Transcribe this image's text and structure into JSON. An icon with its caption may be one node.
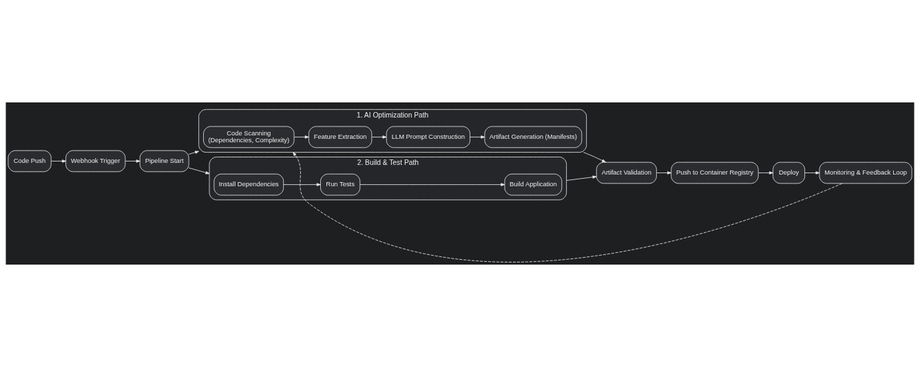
{
  "diagram": {
    "nodes": [
      {
        "text": [
          "Code Push"
        ]
      },
      {
        "text": [
          "Webhook Trigger"
        ]
      },
      {
        "text": [
          "Pipeline Start"
        ]
      },
      {
        "text": [
          "1. AI Optimization Path"
        ]
      },
      {
        "text": [
          "Code Scanning",
          "(Dependencies, Complexity)"
        ],
        "in": 3
      },
      {
        "text": [
          "Feature Extraction"
        ],
        "in": 3
      },
      {
        "text": [
          "LLM Prompt Construction"
        ],
        "in": 3
      },
      {
        "text": [
          "Artifact Generation (Manifests)"
        ],
        "in": 3
      },
      {
        "text": [
          "2. Build & Test Path"
        ]
      },
      {
        "text": [
          "Install Dependencies"
        ],
        "in": 8
      },
      {
        "text": [
          "Run Tests"
        ],
        "in": 8
      },
      {
        "text": [
          "Build Application"
        ],
        "in": 8
      },
      {
        "text": [
          "Artifact Validation"
        ]
      },
      {
        "text": [
          "Push to Container Registry"
        ]
      },
      {
        "text": [
          "Deploy"
        ]
      },
      {
        "text": [
          "Monitoring & Feedback Loop"
        ]
      }
    ],
    "edges": [
      {
        "from": 0,
        "to": 1,
        "arrow": "to"
      },
      {
        "from": 1,
        "to": 2,
        "arrow": "to"
      },
      {
        "from": 2,
        "to": 3,
        "arrow": "to"
      },
      {
        "from": 4,
        "to": 5,
        "arrow": "to"
      },
      {
        "from": 5,
        "to": 6,
        "arrow": "to"
      },
      {
        "from": 6,
        "to": 7,
        "arrow": "to"
      },
      {
        "from": 2,
        "to": 8,
        "arrow": "to"
      },
      {
        "from": 9,
        "to": 10,
        "arrow": "to"
      },
      {
        "from": 10,
        "to": 11,
        "arrow": "to"
      },
      {
        "from": 3,
        "to": 12,
        "arrow": "to"
      },
      {
        "from": 8,
        "to": 12,
        "arrow": "to"
      },
      {
        "from": 12,
        "to": 13,
        "arrow": "to"
      },
      {
        "from": 13,
        "to": 14,
        "arrow": "to"
      },
      {
        "from": 14,
        "to": 15,
        "arrow": "to"
      },
      {
        "from": 15,
        "to": 3,
        "arrow": "to",
        "style": "dashed"
      }
    ]
  }
}
